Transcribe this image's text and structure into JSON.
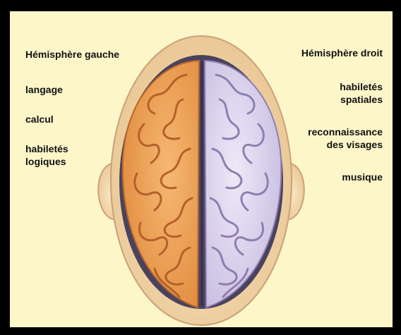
{
  "colors": {
    "frame": "#000000",
    "background": "#fdf6c9",
    "head_skin": "#f5d9a8",
    "head_outline": "#c9a27a",
    "left_hemisphere": "#f0a25a",
    "left_hemisphere_dark": "#c9702e",
    "right_hemisphere": "#ddd4ef",
    "right_hemisphere_dark": "#8f7fb0",
    "shadow": "#2d2a52"
  },
  "left_side": {
    "title": "Hémisphère gauche",
    "items": [
      "langage",
      "calcul",
      "habiletés",
      "logiques"
    ]
  },
  "right_side": {
    "title": "Hémisphère droit",
    "items": [
      "habiletés",
      "spatiales",
      "reconnaissance",
      "des visages",
      "musique"
    ]
  }
}
